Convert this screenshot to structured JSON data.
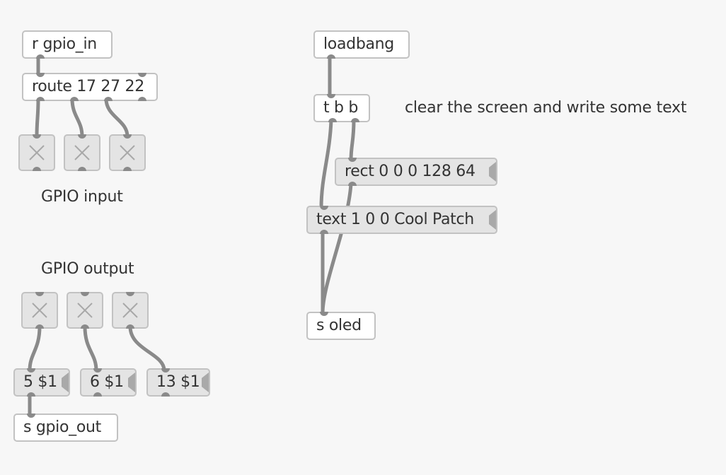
{
  "objects": {
    "r_gpio_in": "r gpio_in",
    "route": "route 17 27 22",
    "s_gpio_out": "s gpio_out",
    "loadbang": "loadbang",
    "tbb": "t b b",
    "s_oled": "s oled"
  },
  "messages": {
    "m5": "5 $1",
    "m6": "6 $1",
    "m13": "13 $1",
    "rect": "rect 0 0 0 128 64",
    "text": "text 1 0 0 Cool Patch"
  },
  "comments": {
    "gpio_input": "GPIO input",
    "gpio_output": "GPIO output",
    "clear_screen": "clear the screen and write some text"
  },
  "colors": {
    "background": "#f7f7f7",
    "object_fill": "#ffffff",
    "message_fill": "#e4e4e4",
    "border": "#c2c2c2",
    "cord": "#8a8a8a",
    "text": "#333333"
  }
}
